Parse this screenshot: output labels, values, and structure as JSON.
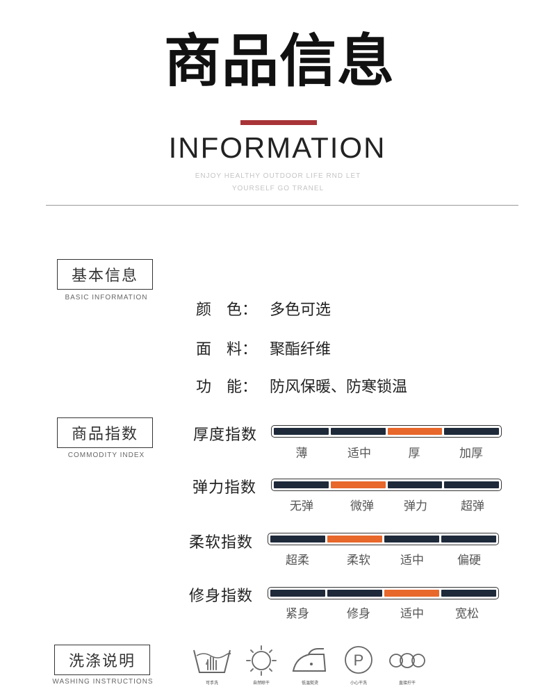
{
  "header": {
    "title_cn": "商品信息",
    "title_en": "INFORMATION",
    "subtitle_line1": "ENJOY HEALTHY OUTDOOR LIFE RND LET",
    "subtitle_line2": "YOURSELF GO TRANEL",
    "accent_color": "#a83438"
  },
  "basic_info": {
    "title_cn": "基本信息",
    "title_en": "BASIC INFORMATION",
    "rows": [
      {
        "label": "颜　色：",
        "value": "多色可选"
      },
      {
        "label": "面　料：",
        "value": "聚酯纤维"
      },
      {
        "label": "功　能：",
        "value": "防风保暖、防寒锁温"
      }
    ]
  },
  "commodity_index": {
    "title_cn": "商品指数",
    "title_en": "COMMODITY INDEX",
    "active_color": "#e8672a",
    "inactive_color": "#1e2a3a",
    "items": [
      {
        "label": "厚度指数",
        "options": [
          "薄",
          "适中",
          "厚",
          "加厚"
        ],
        "selected_index": 2
      },
      {
        "label": "弹力指数",
        "options": [
          "无弹",
          "微弹",
          "弹力",
          "超弹"
        ],
        "selected_index": 1
      },
      {
        "label": "柔软指数",
        "options": [
          "超柔",
          "柔软",
          "适中",
          "偏硬"
        ],
        "selected_index": 1
      },
      {
        "label": "修身指数",
        "options": [
          "紧身",
          "修身",
          "适中",
          "宽松"
        ],
        "selected_index": 2
      }
    ]
  },
  "washing": {
    "title_cn": "洗涤说明",
    "title_en": "WASHING INSTRUCTIONS",
    "icons": [
      {
        "icon": "hand-wash-icon",
        "caption": "可手洗"
      },
      {
        "icon": "natural-dry-icon",
        "caption": "自然晾干"
      },
      {
        "icon": "low-temp-iron-icon",
        "caption": "低温熨烫"
      },
      {
        "icon": "dry-clean-icon",
        "caption": "小心干洗"
      },
      {
        "icon": "tumble-dry-icon",
        "caption": "直接拧干"
      }
    ]
  }
}
